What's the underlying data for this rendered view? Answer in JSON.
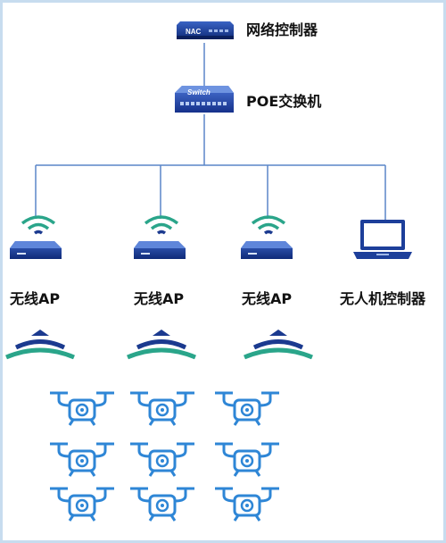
{
  "nodes": {
    "nac": {
      "badge": "NAC",
      "label": "网络控制器"
    },
    "switch": {
      "badge": "Switch",
      "label": "POE交换机"
    },
    "aps": [
      {
        "label": "无线AP"
      },
      {
        "label": "无线AP"
      },
      {
        "label": "无线AP"
      }
    ],
    "uav_controller": {
      "label": "无人机控制器"
    }
  },
  "drones": {
    "count": 9
  },
  "colors": {
    "device_blue": "#1d3f9a",
    "device_dark": "#0f2a78",
    "line": "#5a86c8",
    "wifi_green": "#2aa58a",
    "wifi_navy": "#1b3a8f",
    "drone_blue": "#2e86d6"
  },
  "icons": {
    "nac": "network-controller-icon",
    "switch": "poe-switch-icon",
    "ap": "wireless-ap-icon",
    "laptop": "laptop-icon",
    "signal": "wifi-signal-icon",
    "drone": "drone-icon"
  }
}
